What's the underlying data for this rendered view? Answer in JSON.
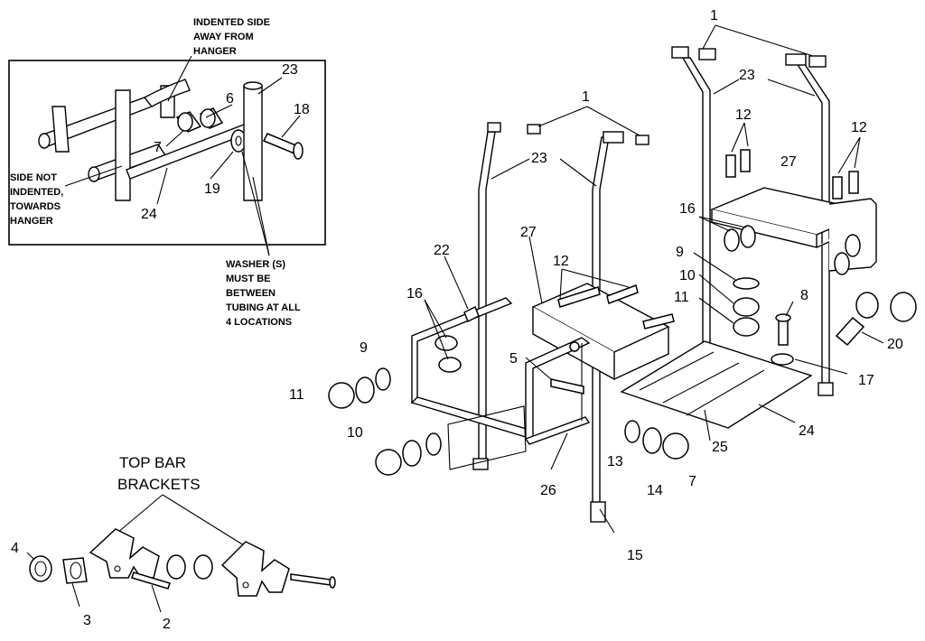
{
  "inset": {
    "note_indented": [
      "INDENTED SIDE",
      "AWAY FROM",
      "HANGER"
    ],
    "note_not_indented": [
      "SIDE NOT",
      "INDENTED,",
      "TOWARDS",
      "HANGER"
    ],
    "note_washer": [
      "WASHER (S)",
      "MUST BE",
      "BETWEEN",
      "TUBING AT ALL",
      "4 LOCATIONS"
    ],
    "labels": {
      "p23": "23",
      "p6": "6",
      "p18": "18",
      "p7": "7",
      "p19": "19",
      "p24": "24"
    }
  },
  "top_bar": {
    "caption": [
      "TOP BAR",
      "BRACKETS"
    ],
    "labels": {
      "p4": "4",
      "p3": "3",
      "p2": "2"
    }
  },
  "front_frame": {
    "labels": {
      "p1": "1",
      "p23": "23",
      "p22": "22",
      "p27": "27",
      "p12": "12",
      "p16": "16",
      "p9": "9",
      "p11": "11",
      "p10": "10",
      "p5": "5",
      "p26": "26",
      "p13": "13",
      "p14": "14",
      "p7": "7",
      "p15": "15"
    }
  },
  "rear_frame": {
    "labels": {
      "p1": "1",
      "p23": "23",
      "p12a": "12",
      "p12b": "12",
      "p27": "27",
      "p16": "16",
      "p9": "9",
      "p10": "10",
      "p11": "11",
      "p8": "8",
      "p20": "20",
      "p17": "17",
      "p24": "24",
      "p25": "25"
    }
  }
}
